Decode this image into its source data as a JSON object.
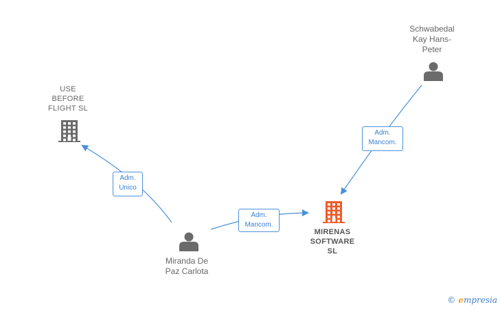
{
  "nodes": [
    {
      "id": "use-before-flight",
      "type": "company",
      "label_lines": [
        "USE",
        "BEFORE",
        "FLIGHT  SL"
      ],
      "color": "#6b6b6b"
    },
    {
      "id": "schwabedal",
      "type": "person",
      "label_lines": [
        "Schwabedal",
        "Kay Hans-",
        "Peter"
      ],
      "color": "#6b6b6b"
    },
    {
      "id": "miranda",
      "type": "person",
      "label_lines": [
        "Miranda De",
        "Paz Carlota"
      ],
      "color": "#6b6b6b"
    },
    {
      "id": "mirenas",
      "type": "company",
      "label_lines": [
        "MIRENAS",
        "SOFTWARE",
        "SL"
      ],
      "color": "#f05a28",
      "focus": true
    }
  ],
  "edges": [
    {
      "from": "miranda",
      "to": "use-before-flight",
      "label_lines": [
        "Adm.",
        "Unico"
      ]
    },
    {
      "from": "miranda",
      "to": "mirenas",
      "label_lines": [
        "Adm.",
        "Mancom."
      ]
    },
    {
      "from": "schwabedal",
      "to": "mirenas",
      "label_lines": [
        "Adm.",
        "Mancom."
      ]
    }
  ],
  "colors": {
    "edge": "#4a90d9",
    "edge_text": "#3a7fd0",
    "label_text": "#666666"
  },
  "brand": {
    "copyright": "©",
    "initial": "e",
    "name": "mpresia"
  }
}
